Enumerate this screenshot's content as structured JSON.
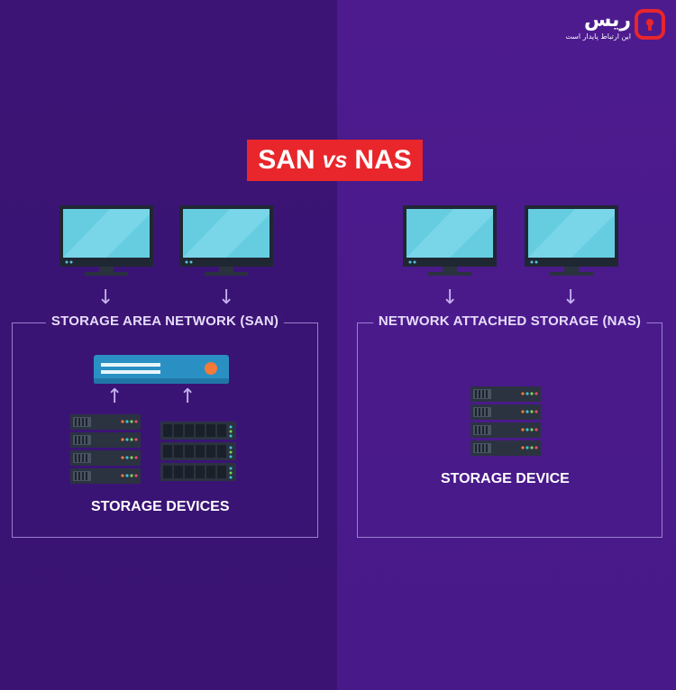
{
  "logo": {
    "wordmark": "ریس",
    "tagline": "این ارتباط پایدار است",
    "icon": "lock-icon",
    "brand_color": "#e8262b"
  },
  "title": {
    "left": "SAN",
    "middle": "vs",
    "right": "NAS"
  },
  "san": {
    "label": "STORAGE AREA NETWORK (SAN)",
    "caption": "STORAGE DEVICES",
    "icons": [
      "monitor-icon",
      "monitor-icon",
      "network-switch-icon",
      "server-rack-icon",
      "disk-array-icon"
    ]
  },
  "nas": {
    "label": "NETWORK ATTACHED STORAGE (NAS)",
    "caption": "STORAGE DEVICE",
    "icons": [
      "monitor-icon",
      "monitor-icon",
      "server-rack-icon"
    ]
  },
  "colors": {
    "background_left": "#3b1474",
    "background_right": "#4b1a8c",
    "title_bg": "#e8262b",
    "screen": "#62cbe0",
    "switch": "#2a90c4",
    "led_orange": "#f47a3a"
  }
}
